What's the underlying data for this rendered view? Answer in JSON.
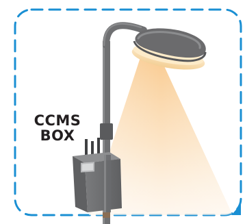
{
  "label": {
    "line1": "CCMS",
    "line2": "BOX"
  },
  "colors": {
    "frame": "#1a8fd3",
    "pole": "#6f7072",
    "pole_dark": "#4e4f51",
    "lamp_top": "#6b6b6d",
    "lamp_under": "#f2d7a6",
    "beam": "#f7c58e",
    "box_body": "#707173",
    "box_light": "#9a9b9d",
    "label_text": "#231f20"
  },
  "icons": {
    "frame": "dashed-rounded-frame",
    "lamp": "street-light-icon",
    "box": "ccms-box-icon"
  }
}
